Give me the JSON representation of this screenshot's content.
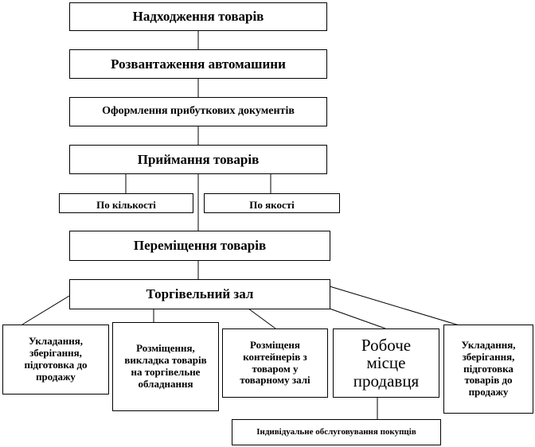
{
  "diagram": {
    "steps": [
      "Надходження товарів",
      "Розвантаження автомашини",
      "Оформлення прибуткових документів",
      "Приймання товарів"
    ],
    "acceptance_types": [
      "По кількості",
      "По якості"
    ],
    "movement": "Переміщення товарів",
    "sales_floor": "Торгівельний зал",
    "sales_floor_children": [
      "Укладання, зберігання, підготовка до продажу",
      "Розміщення, викладка товарів на торгівельне обладнання",
      "Розміщеня контейнерів з товаром у товарному залі",
      "Робоче місце продавця",
      "Укладання, зберігання, підготовка товарів до продажу"
    ],
    "service": "Індивідуальне обслуговування покупців"
  }
}
